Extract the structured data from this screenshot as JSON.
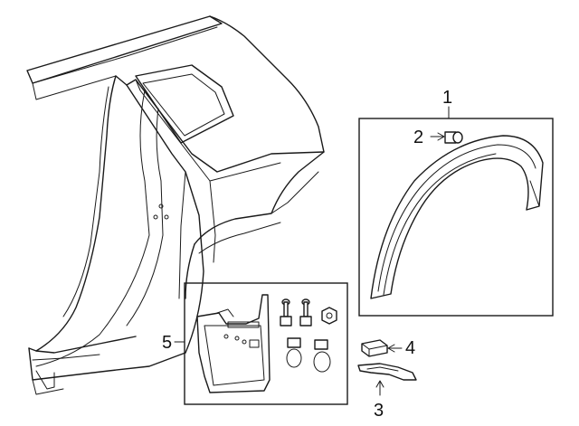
{
  "diagram": {
    "callouts": [
      {
        "id": "callout-1",
        "text": "1"
      },
      {
        "id": "callout-2",
        "text": "2"
      },
      {
        "id": "callout-3",
        "text": "3"
      },
      {
        "id": "callout-4",
        "text": "4"
      },
      {
        "id": "callout-5",
        "text": "5"
      }
    ]
  },
  "colors": {
    "line": "#1a1a1a",
    "background": "#ffffff",
    "fill_grey": "#d9d9d9"
  }
}
